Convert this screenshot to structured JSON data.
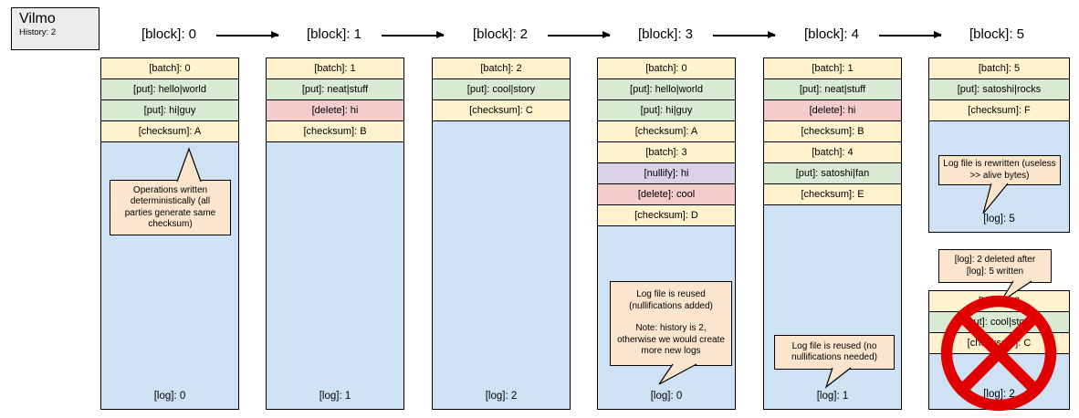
{
  "legend": {
    "title": "Vilmo",
    "subtitle": "History: 2"
  },
  "headers": [
    "[block]: 0",
    "[block]: 1",
    "[block]: 2",
    "[block]: 3",
    "[block]: 4",
    "[block]: 5"
  ],
  "columns": [
    {
      "name": "block-0",
      "rows": [
        {
          "type": "batch",
          "label": "[batch]: 0"
        },
        {
          "type": "put",
          "label": "[put]: hello|world"
        },
        {
          "type": "put",
          "label": "[put]: hi|guy"
        },
        {
          "type": "checksum",
          "label": "[checksum]: A"
        }
      ],
      "log": "[log]: 0"
    },
    {
      "name": "block-1",
      "rows": [
        {
          "type": "batch",
          "label": "[batch]: 1"
        },
        {
          "type": "put",
          "label": "[put]: neat|stuff"
        },
        {
          "type": "delete",
          "label": "[delete]: hi"
        },
        {
          "type": "checksum",
          "label": "[checksum]: B"
        }
      ],
      "log": "[log]: 1"
    },
    {
      "name": "block-2",
      "rows": [
        {
          "type": "batch",
          "label": "[batch]: 2"
        },
        {
          "type": "put",
          "label": "[put]: cool|story"
        },
        {
          "type": "checksum",
          "label": "[checksum]: C"
        }
      ],
      "log": "[log]: 2"
    },
    {
      "name": "block-3",
      "rows": [
        {
          "type": "batch",
          "label": "[batch]: 0"
        },
        {
          "type": "put",
          "label": "[put]: hello|world"
        },
        {
          "type": "put",
          "label": "[put]: hi|guy"
        },
        {
          "type": "checksum",
          "label": "[checksum]: A"
        },
        {
          "type": "batch",
          "label": "[batch]: 3"
        },
        {
          "type": "nullify",
          "label": "[nullify]: hi"
        },
        {
          "type": "delete",
          "label": "[delete]: cool"
        },
        {
          "type": "checksum",
          "label": "[checksum]: D"
        }
      ],
      "log": "[log]: 0"
    },
    {
      "name": "block-4",
      "rows": [
        {
          "type": "batch",
          "label": "[batch]: 1"
        },
        {
          "type": "put",
          "label": "[put]: neat|stuff"
        },
        {
          "type": "delete",
          "label": "[delete]: hi"
        },
        {
          "type": "checksum",
          "label": "[checksum]: B"
        },
        {
          "type": "batch",
          "label": "[batch]: 4"
        },
        {
          "type": "put",
          "label": "[put]: satoshi|fan"
        },
        {
          "type": "checksum",
          "label": "[checksum]: E"
        }
      ],
      "log": "[log]: 1"
    },
    {
      "name": "block-5",
      "rows": [
        {
          "type": "batch",
          "label": "[batch]: 5"
        },
        {
          "type": "put",
          "label": "[put]: satoshi|rocks"
        },
        {
          "type": "checksum",
          "label": "[checksum]: F"
        }
      ],
      "log": "[log]: 5"
    }
  ],
  "discarded_block": {
    "name": "deleted-log-2",
    "rows": [
      {
        "type": "batch",
        "label": "[batch]: 2"
      },
      {
        "type": "put",
        "label": "[put]: cool|story"
      },
      {
        "type": "checksum",
        "label": "[checksum]: C"
      }
    ],
    "log": "[log]: 2"
  },
  "callouts": {
    "block0": "Operations written deterministically (all parties generate same checksum)",
    "block3_p1": "Log file is reused (nullifications added)",
    "block3_p2": "Note: history is 2, otherwise we would create more new logs",
    "block4": "Log file is reused (no nullifications needed)",
    "block5_rewrite": "Log file is rewritten (useless >> alive bytes)",
    "block5_deleted": "[log]: 2 deleted after [log]: 5 written"
  },
  "colors": {
    "batch_checksum": "#fff2cc",
    "put": "#d9ead3",
    "delete": "#f4cccc",
    "nullify": "#d9d2e9",
    "log": "#cfe2f3",
    "callout": "#fce5cd",
    "legend_bg": "#ececec",
    "cross": "#e00000"
  }
}
